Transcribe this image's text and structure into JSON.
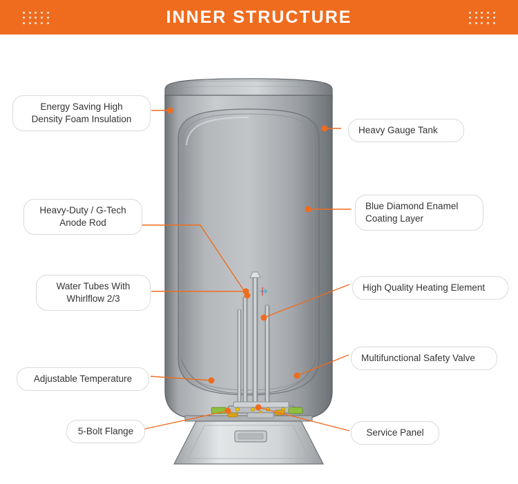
{
  "header": {
    "title": "INNER STRUCTURE",
    "accent_color": "#ef6c1f",
    "text_color": "#ffffff",
    "left_decoration": "dot-grid",
    "right_decoration": "dot-grid"
  },
  "diagram": {
    "subject": "water-heater-cutaway",
    "line_color": "#ef6c1f",
    "dot_color": "#ef6c1f",
    "label_border_color": "#d9d9d9",
    "label_text_color": "#333333",
    "callouts": [
      {
        "id": "foam-insulation",
        "text": "Energy Saving High\nDensity Foam Insulation",
        "align": "center"
      },
      {
        "id": "heavy-gauge-tank",
        "text": "Heavy Gauge Tank",
        "align": "left"
      },
      {
        "id": "blue-diamond-enamel",
        "text": "Blue Diamond Enamel\nCoating Layer",
        "align": "left"
      },
      {
        "id": "anode-rod",
        "text": "Heavy-Duty / G-Tech\nAnode Rod",
        "align": "center"
      },
      {
        "id": "water-tubes",
        "text": "Water Tubes With\nWhirlflow 2/3",
        "align": "center"
      },
      {
        "id": "heating-element",
        "text": "High Quality Heating Element",
        "align": "left"
      },
      {
        "id": "safety-valve",
        "text": "Multifunctional Safety Valve",
        "align": "left"
      },
      {
        "id": "adjustable-temperature",
        "text": "Adjustable Temperature",
        "align": "center"
      },
      {
        "id": "five-bolt-flange",
        "text": "5-Bolt Flange",
        "align": "center"
      },
      {
        "id": "service-panel",
        "text": "Service Panel",
        "align": "center"
      }
    ]
  }
}
